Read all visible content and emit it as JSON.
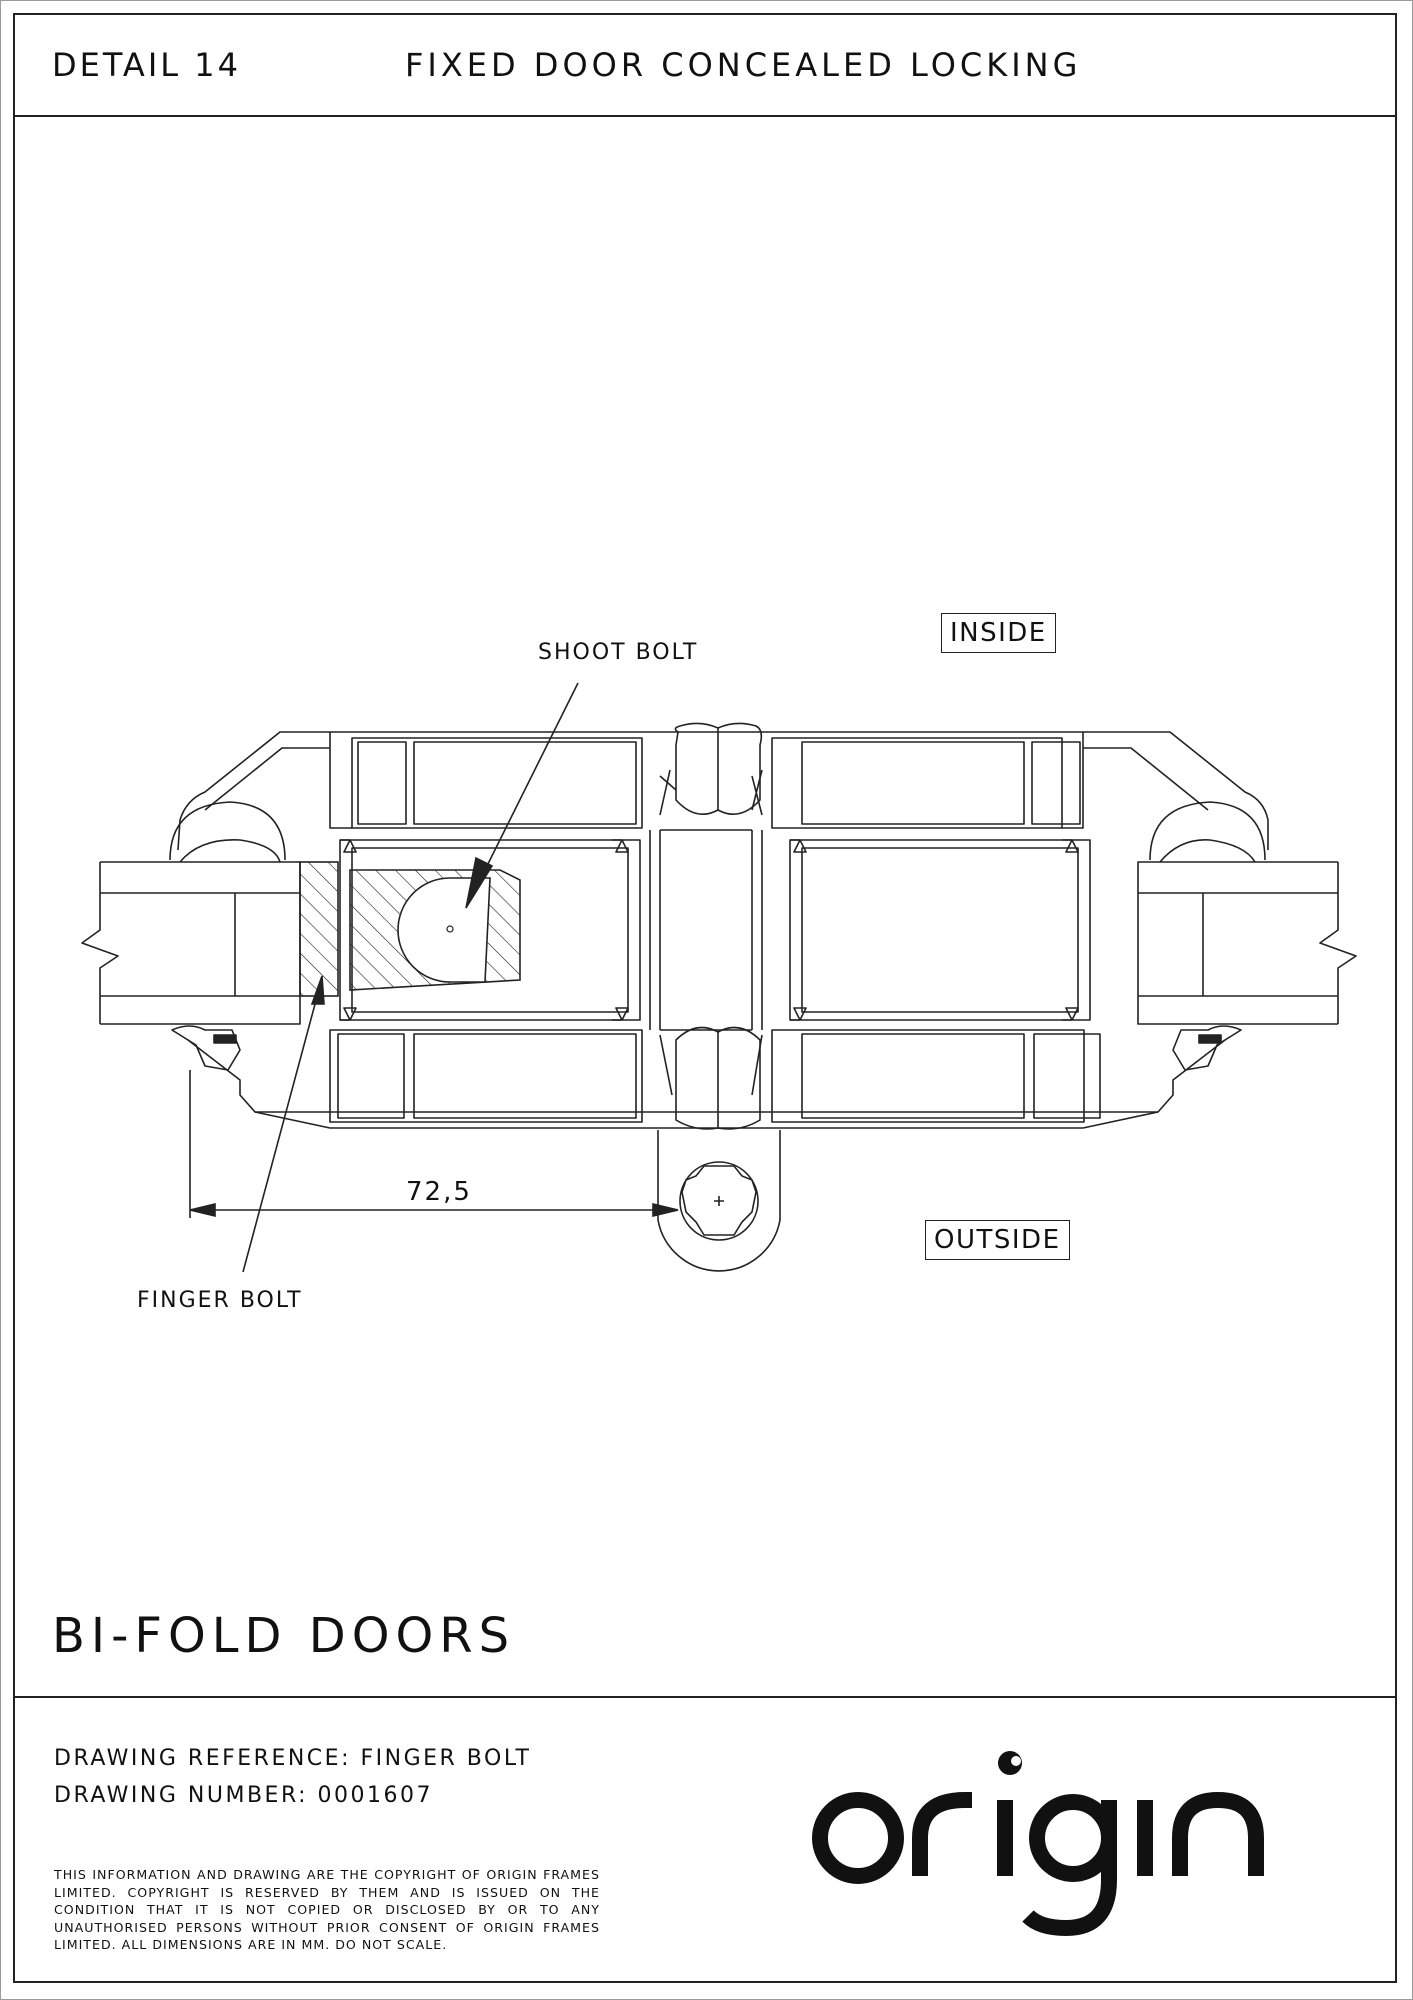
{
  "header": {
    "detail": "DETAIL 14",
    "title": "FIXED DOOR CONCEALED LOCKING"
  },
  "drawing": {
    "label_shoot_bolt": "SHOOT BOLT",
    "label_finger_bolt": "FINGER BOLT",
    "label_inside": "INSIDE",
    "label_outside": "OUTSIDE",
    "dimension": "72,5"
  },
  "section_title": "BI-FOLD DOORS",
  "footer": {
    "reference": "DRAWING REFERENCE: FINGER BOLT",
    "number": "DRAWING NUMBER: 0001607",
    "copyright": "THIS INFORMATION AND DRAWING ARE THE COPYRIGHT OF ORIGIN FRAMES LIMITED. COPYRIGHT IS RESERVED BY THEM AND IS ISSUED ON THE CONDITION THAT IT IS NOT COPIED OR DISCLOSED BY OR TO ANY UNAUTHORISED PERSONS WITHOUT PRIOR CONSENT OF ORIGIN FRAMES LIMITED. ALL DIMENSIONS ARE IN MM. DO NOT SCALE.",
    "logo_text": "origin"
  }
}
